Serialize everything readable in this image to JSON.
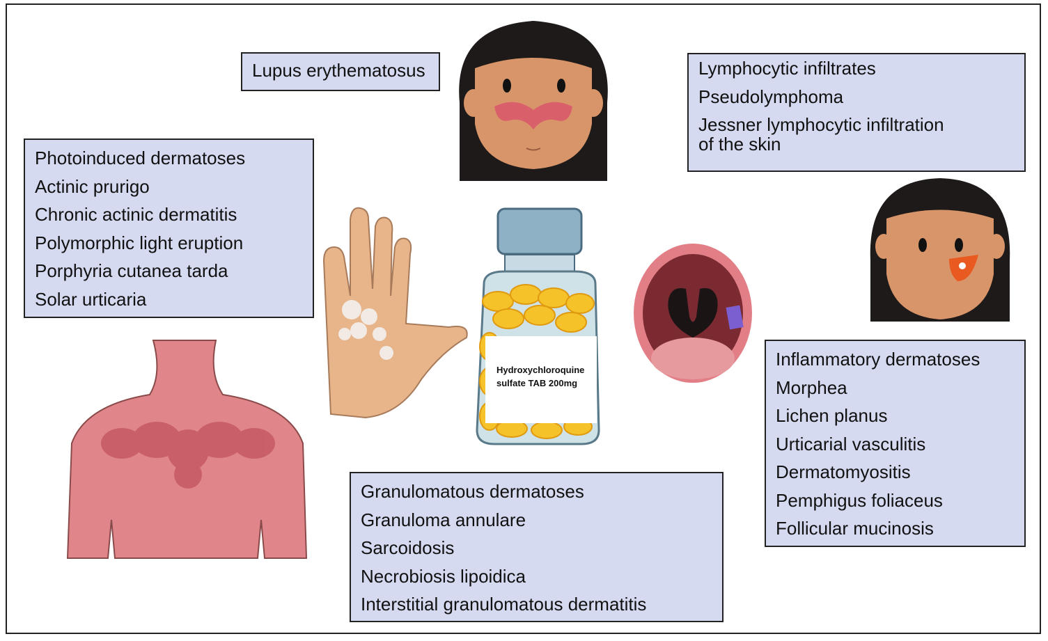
{
  "lupus_box": {
    "items": [
      "Lupus erythematosus"
    ]
  },
  "lymphocytic_box": {
    "items": [
      "Lymphocytic infiltrates",
      "Pseudolymphoma",
      "Jessner lymphocytic infiltration",
      "of the skin"
    ]
  },
  "photoinduced_box": {
    "items": [
      "Photoinduced dermatoses",
      "Actinic prurigo",
      "Chronic actinic dermatitis",
      "Polymorphic light eruption",
      "Porphyria cutanea tarda",
      "Solar urticaria"
    ]
  },
  "inflammatory_box": {
    "items": [
      "Inflammatory dermatoses",
      "Morphea",
      "Lichen planus",
      "Urticarial vasculitis",
      "Dermatomyositis",
      "Pemphigus foliaceus",
      "Follicular mucinosis"
    ]
  },
  "granulomatous_box": {
    "items": [
      "Granulomatous dermatoses",
      "Granuloma annulare",
      "Sarcoidosis",
      "Necrobiosis lipoidica",
      "Interstitial granulomatous dermatitis"
    ]
  },
  "bottle_label": {
    "line1": "Hydroxychloroquine",
    "line2": "sulfate TAB 200mg"
  },
  "colors": {
    "box_fill": "#d5daf0",
    "skin": "#d9956a",
    "rash": "#d9606a",
    "hair": "#1e1a19"
  }
}
